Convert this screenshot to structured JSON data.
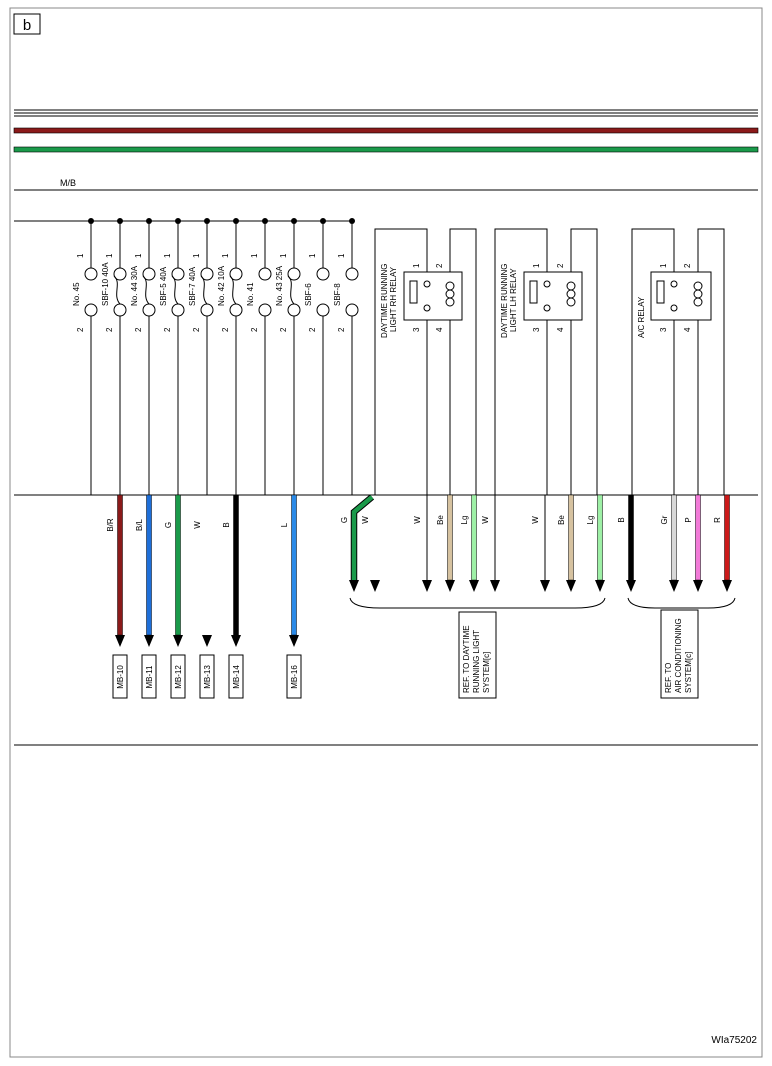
{
  "page_label": "b",
  "figure_id": "WIa75202",
  "box_label": "M/B",
  "fuses": [
    {
      "vlabel": "No. 45",
      "upper": "1",
      "lower": "2",
      "wire": "",
      "wire_color": "",
      "dest": "",
      "has_line": true
    },
    {
      "vlabel": "SBF-10  40A",
      "upper": "1",
      "lower": "2",
      "wire": "B/R",
      "wire_color": "#8b1a1a",
      "dest": "MB-10",
      "has_line": true
    },
    {
      "vlabel": "No. 44  30A",
      "upper": "1",
      "lower": "2",
      "wire": "B/L",
      "wire_color": "#1e6fd9",
      "dest": "MB-11",
      "has_line": true
    },
    {
      "vlabel": "SBF-5  40A",
      "upper": "1",
      "lower": "2",
      "wire": "G",
      "wire_color": "#1a9a4a",
      "dest": "MB-12",
      "has_line": true
    },
    {
      "vlabel": "SBF-7  40A",
      "upper": "1",
      "lower": "2",
      "wire": "W",
      "wire_color": "#ffffff",
      "dest": "MB-13",
      "has_line": false
    },
    {
      "vlabel": "No. 42  10A",
      "upper": "1",
      "lower": "2",
      "wire": "B",
      "wire_color": "#000000",
      "dest": "MB-14",
      "has_line": true
    },
    {
      "vlabel": "No. 41",
      "upper": "1",
      "lower": "2",
      "wire": "",
      "wire_color": "",
      "dest": "",
      "has_line": true
    },
    {
      "vlabel": "No. 43  25A",
      "upper": "1",
      "lower": "2",
      "wire": "L",
      "wire_color": "#2a8ae8",
      "dest": "MB-16",
      "has_line": true
    },
    {
      "vlabel": "SBF-6",
      "upper": "1",
      "lower": "2",
      "wire": "",
      "wire_color": "",
      "dest": "",
      "has_line": true
    },
    {
      "vlabel": "SBF-8",
      "upper": "1",
      "lower": "2",
      "wire": "",
      "wire_color": "",
      "dest": "",
      "has_line": true
    }
  ],
  "relays": [
    {
      "label_line1": "DAYTIME RUNNING",
      "label_line2": "LIGHT RH RELAY",
      "pin1": "1",
      "pin2": "2",
      "pin3": "3",
      "pin4": "4"
    },
    {
      "label_line1": "DAYTIME RUNNING",
      "label_line2": "LIGHT LH RELAY",
      "pin1": "1",
      "pin2": "2",
      "pin3": "3",
      "pin4": "4"
    },
    {
      "label_line1": "A/C RELAY",
      "label_line2": "",
      "pin1": "1",
      "pin2": "2",
      "pin3": "3",
      "pin4": "4"
    }
  ],
  "relay_wires": [
    {
      "label": "G",
      "color": "#1a9a4a"
    },
    {
      "label": "W",
      "color": "#ffffff"
    },
    {
      "label": "W",
      "color": "#ffffff"
    },
    {
      "label": "Be",
      "color": "#d6c2a0"
    },
    {
      "label": "Lg",
      "color": "#9ef0a6"
    },
    {
      "label": "W",
      "color": "#ffffff"
    },
    {
      "label": "W",
      "color": "#ffffff"
    },
    {
      "label": "Be",
      "color": "#d6c2a0"
    },
    {
      "label": "Lg",
      "color": "#9ef0a6"
    },
    {
      "label": "B",
      "color": "#000000"
    },
    {
      "label": "Gr",
      "color": "#d8d8d8"
    },
    {
      "label": "P",
      "color": "#f27ad8"
    },
    {
      "label": "R",
      "color": "#cc1a1a"
    }
  ],
  "references": [
    {
      "lines": [
        "REF. TO DAYTIME",
        "RUNNING LIGHT",
        "SYSTEM[c]"
      ]
    },
    {
      "lines": [
        "REF. TO",
        "AIR CONDITIONING",
        "SYSTEM[c]"
      ]
    }
  ]
}
